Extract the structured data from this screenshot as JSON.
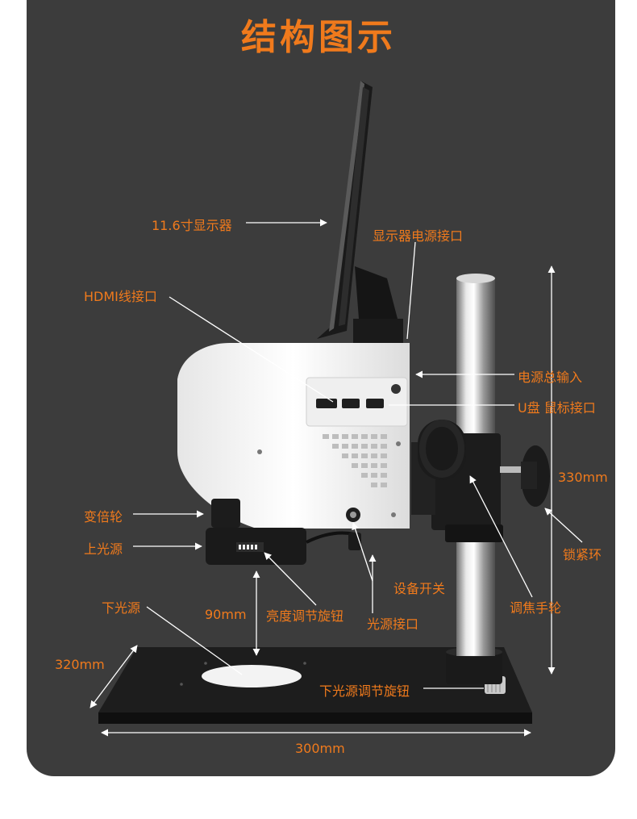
{
  "title": "结构图示",
  "labels": {
    "display": "11.6寸显示器",
    "display_power": "显示器电源接口",
    "hdmi": "HDMI线接口",
    "main_power": "电源总输入",
    "usb": "U盘 鼠标接口",
    "zoom_wheel": "变倍轮",
    "upper_light": "上光源",
    "lower_light": "下光源",
    "brightness_knob": "亮度调节旋钮",
    "device_switch": "设备开关",
    "light_port": "光源接口",
    "focus_wheel": "调焦手轮",
    "lock_ring": "锁紧环",
    "lower_light_knob": "下光源调节旋钮"
  },
  "dimensions": {
    "height": "330mm",
    "working_distance": "90mm",
    "depth": "320mm",
    "width": "300mm"
  },
  "colors": {
    "accent": "#f07a1c",
    "panel": "#3c3c3c"
  }
}
